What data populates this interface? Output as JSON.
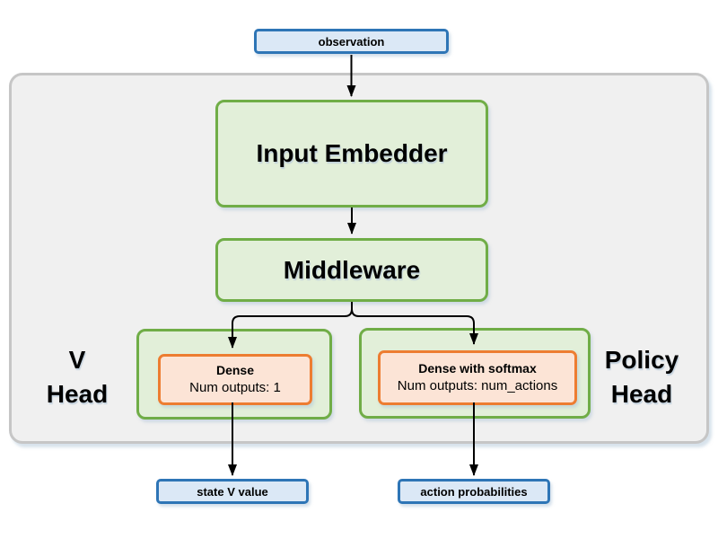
{
  "nodes": {
    "observation": "observation",
    "input_embedder": "Input Embedder",
    "middleware": "Middleware",
    "v_head_label": {
      "line1": "V",
      "line2": "Head"
    },
    "policy_head_label": {
      "line1": "Policy",
      "line2": "Head"
    },
    "v_dense": {
      "title": "Dense",
      "subtitle": "Num outputs: 1"
    },
    "policy_dense": {
      "title": "Dense with softmax",
      "subtitle": "Num outputs: num_actions"
    },
    "state_v_value": "state V value",
    "action_probabilities": "action probabilities"
  },
  "colors": {
    "io_fill": "#dbe8f6",
    "io_border": "#2e75b6",
    "block_fill": "#e2efd9",
    "block_border": "#70ad47",
    "dense_fill": "#fce4d6",
    "dense_border": "#ed7d31",
    "container_fill": "#f0f0f0",
    "container_border": "#c6c6c6",
    "arrow": "#000000",
    "text": "#000000"
  }
}
